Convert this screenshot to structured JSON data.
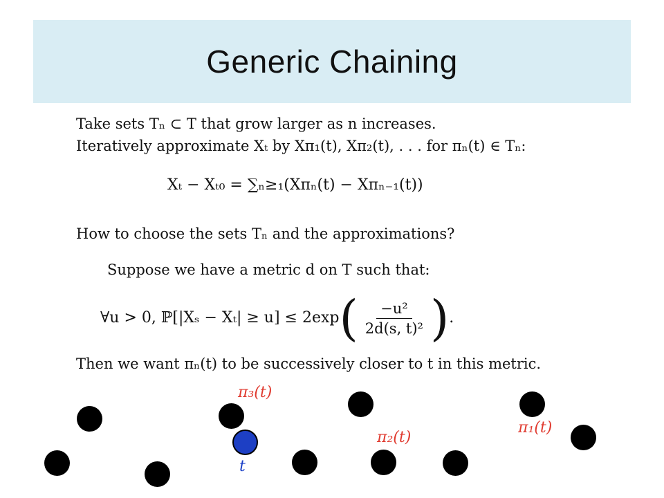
{
  "slide": {
    "title": "Generic Chaining"
  },
  "body": {
    "line1": "Take sets Tₙ ⊂ T that grow larger as n increases.",
    "line2": "Iteratively approximate Xₜ by Xπ₁(t), Xπ₂(t), . . . for πₙ(t) ∈ Tₙ:",
    "equation1": "Xₜ − Xₜ₀ = ∑ₙ≥₁(Xπₙ(t) − Xπₙ₋₁(t))",
    "line3": "How to choose the sets Tₙ and the approximations?",
    "line4": "Suppose we have a metric d on T such that:",
    "equation2_left": "∀u > 0, ℙ[|Xₛ − Xₜ| ≥ u] ≤ 2exp",
    "equation2_num": "−u²",
    "equation2_den": "2d(s, t)²",
    "equation2_end": ".",
    "line5": "Then we want πₙ(t) to be successively closer to t in this metric."
  },
  "diagram": {
    "label_pi3": "π₃(t)",
    "label_pi2": "π₂(t)",
    "label_pi1": "π₁(t)",
    "label_t": "t",
    "colors": {
      "approx_label": "#e03a2f",
      "point_t": "#1d3fc4",
      "points": "#000000"
    }
  }
}
